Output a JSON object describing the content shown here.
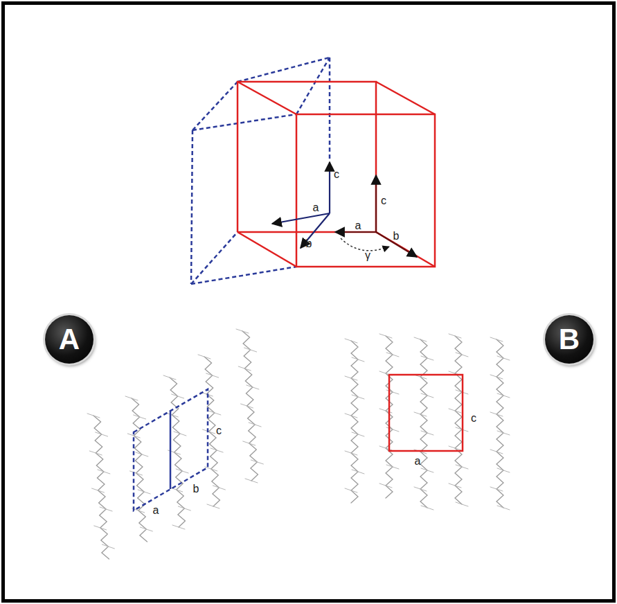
{
  "diagram": {
    "nodes": [
      {
        "text": [
          "A"
        ]
      },
      {
        "text": [
          "B"
        ]
      }
    ],
    "labels": [
      "c",
      "a",
      "b",
      "a",
      "c",
      "b",
      "γ",
      "c",
      "b",
      "a",
      "c",
      "a"
    ]
  }
}
